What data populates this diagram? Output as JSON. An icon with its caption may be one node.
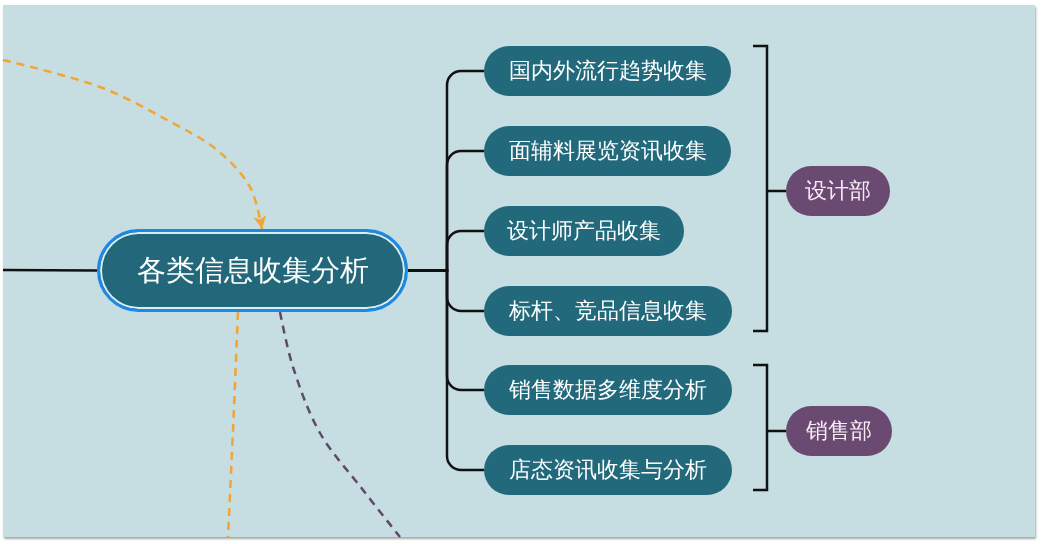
{
  "diagram": {
    "nodes": [
      {
        "text": [
          "各类信息收集分析"
        ]
      },
      {
        "text": [
          "国内外流行趋势收集"
        ]
      },
      {
        "text": [
          "面辅料展览资讯收集"
        ]
      },
      {
        "text": [
          "设计师产品收集"
        ]
      },
      {
        "text": [
          "标杆、竞品信息收集"
        ]
      },
      {
        "text": [
          "销售数据多维度分析"
        ]
      },
      {
        "text": [
          "店态资讯收集与分析"
        ]
      },
      {
        "text": [
          "设计部"
        ]
      },
      {
        "text": [
          "销售部"
        ]
      }
    ],
    "edges": [
      {
        "from": null,
        "to": 0,
        "arrow": "none"
      },
      {
        "from": null,
        "to": 0,
        "arrow": "to",
        "style": "dashed",
        "color": "#f2a532"
      },
      {
        "from": 0,
        "to": 1,
        "arrow": "none"
      },
      {
        "from": 0,
        "to": 2,
        "arrow": "none"
      },
      {
        "from": 0,
        "to": 3,
        "arrow": "none"
      },
      {
        "from": 0,
        "to": 4,
        "arrow": "none"
      },
      {
        "from": 0,
        "to": 5,
        "arrow": "none"
      },
      {
        "from": 0,
        "to": 6,
        "arrow": "none"
      },
      {
        "from": 0,
        "to": null,
        "arrow": "none",
        "style": "dashed",
        "color": "#f2a532"
      },
      {
        "from": 0,
        "to": null,
        "arrow": "none",
        "style": "dashed",
        "color": "#5e4a6b"
      }
    ]
  }
}
